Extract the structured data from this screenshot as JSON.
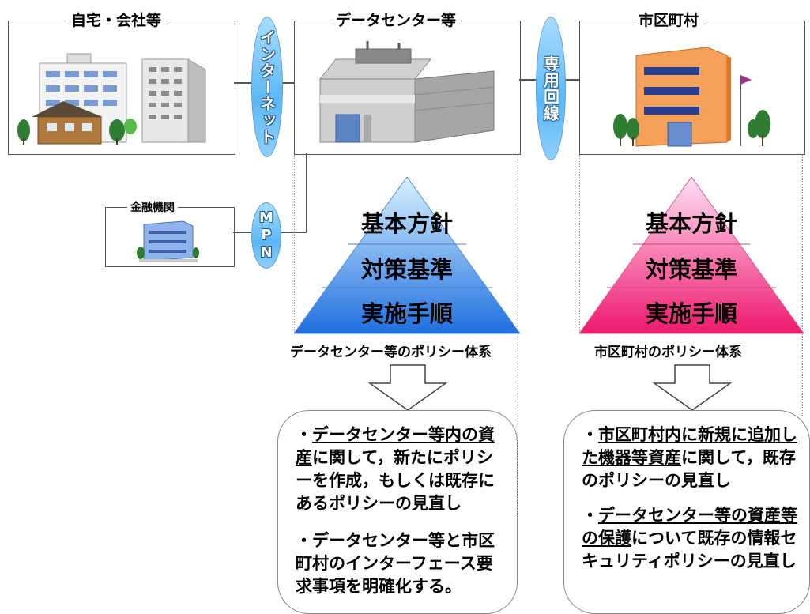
{
  "frames": {
    "home": "自宅・会社等",
    "datacenter": "データセンター等",
    "municipality": "市区町村",
    "bank": "金融機関"
  },
  "connectors": {
    "internet": "インターネット",
    "dedicated": "専用回線",
    "mpn": "MPN"
  },
  "pyramids": {
    "datacenter": {
      "levels": [
        "基本方針",
        "対策基準",
        "実施手順"
      ],
      "caption": "データセンター等のポリシー体系"
    },
    "municipality": {
      "levels": [
        "基本方針",
        "対策基準",
        "実施手順"
      ],
      "caption": "市区町村のポリシー体系"
    }
  },
  "notes": {
    "left": {
      "b1_pre": "・",
      "b1_u": "データセンター等内の資産",
      "b1_rest": "に関して，新たにポリシーを作成，もしくは既存にあるポリシーの見直し",
      "b2": "・データセンター等と市区町村のインターフェース要求事項を明確化する。"
    },
    "right": {
      "b1_pre": "・",
      "b1_u": "市区町村内に新規に追加した機器等資産",
      "b1_rest": "に関して，既存のポリシーの見直し",
      "b2_pre": "・",
      "b2_u": "データセンター等の資産等の保護",
      "b2_rest": "について既存の情報セキュリティポリシーの見直し"
    }
  },
  "colors": {
    "blue_pyramid_top": "#cfeeff",
    "blue_pyramid_bottom": "#1f6fe0",
    "pink_pyramid_top": "#ffd6f0",
    "pink_pyramid_bottom": "#ee1a6e",
    "oval": "#5ab8f4"
  }
}
